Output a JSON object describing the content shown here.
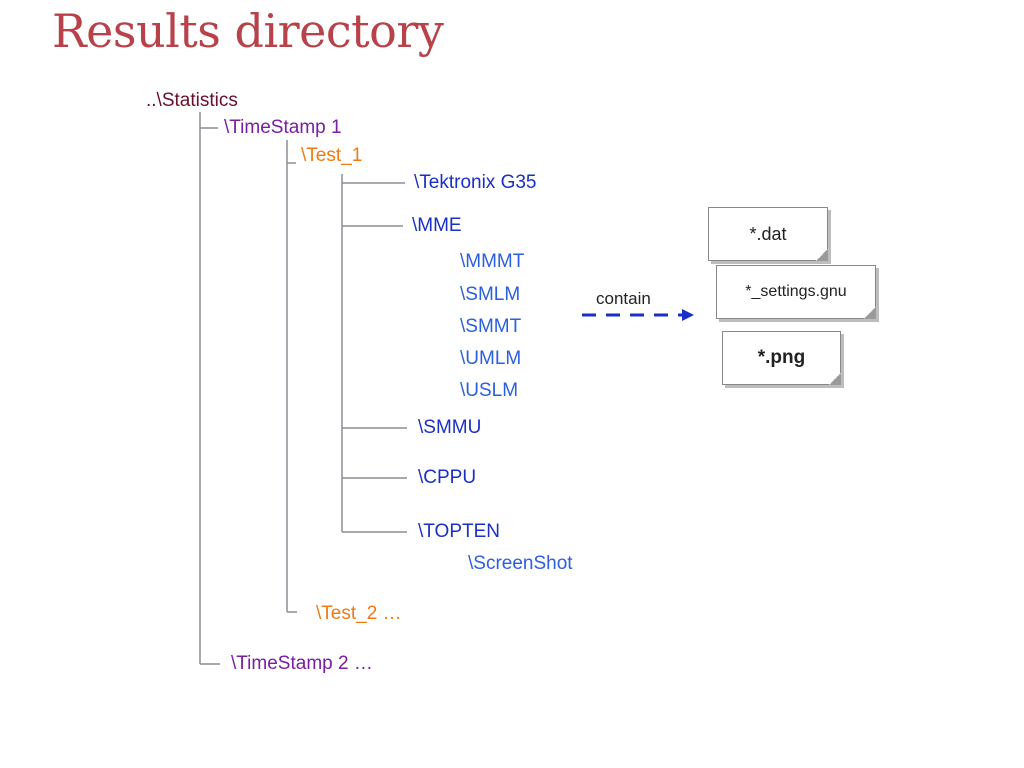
{
  "title": "Results directory",
  "tree": {
    "root": "..\\Statistics",
    "timestamp1": "\\TimeStamp 1",
    "test1": "\\Test_1",
    "tektronix": "\\Tektronix G35",
    "mme": "\\MME",
    "mme_subs": [
      "\\MMMT",
      "\\SMLM",
      "\\SMMT",
      "\\UMLM",
      "\\USLM"
    ],
    "smmu": "\\SMMU",
    "cppu": "\\CPPU",
    "topten": "\\TOPTEN",
    "screenshot": "\\ScreenShot",
    "test2": "\\Test_2   …",
    "timestamp2": "\\TimeStamp 2   …"
  },
  "arrow": {
    "label": "contain",
    "color": "#1a2fc8"
  },
  "files": [
    "*.dat",
    "*_settings.gnu",
    "*.png"
  ],
  "colors": {
    "title": "#b8424a",
    "root": "#6b0e2a",
    "timestamp": "#7a1da0",
    "test": "#f07a12",
    "directory": "#1a2fc8",
    "subdirectory": "#2a5fe0",
    "tree_lines": "#8a8f96"
  }
}
